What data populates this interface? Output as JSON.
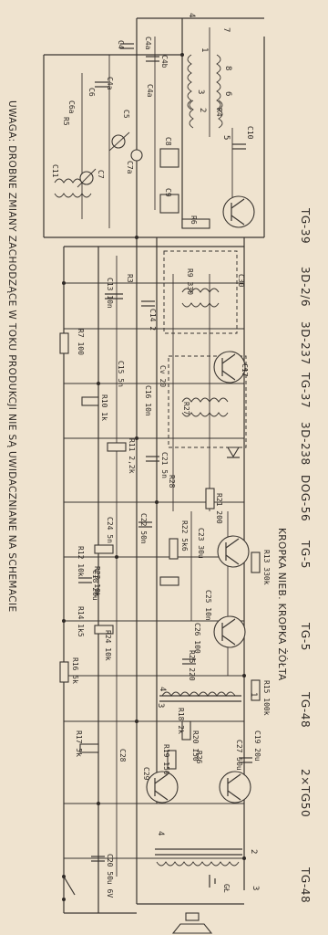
{
  "note": "UWAGA: DROBNE ZMIANY ZACHODZĄCE W TOKU PRODUKCJI NIE SĄ UWIDACZNIANE NA SCHEMACIE",
  "transistor_list": [
    "TG-39",
    "3D-2/6",
    "3D-237",
    "TG-37",
    "3D-238",
    "DOG-56",
    "TG-5",
    "TG-5",
    "TG-48",
    "2×TG50",
    "TG-48"
  ],
  "dot_note": "KROPKA NIEB. KROPKA ŻÓŁTA",
  "labels": {
    "l1": "C4",
    "l2": "C4a",
    "l3": "C4a",
    "l4": "C4b",
    "l5": "C4a",
    "l6": "C5",
    "l7": "C6",
    "l8": "C6a",
    "l9": "C7",
    "l10": "C7a",
    "l11": "C8",
    "l12": "C9",
    "l13": "C10",
    "l14": "C11",
    "l15": "R3",
    "l16": "R4",
    "l17": "R5",
    "l18": "R6",
    "l19": "R7 100",
    "l20": "C13 10n",
    "l21": "C14 2",
    "l22": "C15 5n",
    "l23": "Cv 20",
    "l24": "C16 10n",
    "l25": "C17",
    "l26": "R9 330",
    "l27": "R10 1k",
    "l28": "R11 2,2k",
    "l29": "R12 10k",
    "l30": "R13 330k",
    "l31": "C18 20u",
    "l32": "R14 1k5",
    "l33": "R15 100k",
    "l34": "R16 5k",
    "l35": "R17 5k",
    "l36": "R18 2k",
    "l37": "C19 20u",
    "l38": "C20 50u 6V",
    "l39": "R19 150",
    "l40": "R20 150",
    "l41": "R21 200",
    "l42": "C21 5n",
    "l43": "C22 50n",
    "l44": "R22 5k6",
    "l45": "C23 30u",
    "l46": "C24 5n",
    "l47": "R23 10k",
    "l48": "C25 10n",
    "l49": "R24 10k",
    "l50": "R25 220",
    "l51": "C26 100",
    "l52": "C27 50u",
    "l53": "C28",
    "l54": "C29",
    "l55": "R26",
    "l56": "C30",
    "l57": "R27",
    "l58": "R28",
    "l59": "GŁ"
  },
  "pin_numbers": [
    "4",
    "8",
    "6",
    "5",
    "2",
    "3",
    "1",
    "7",
    "4",
    "2",
    "1",
    "3",
    "4",
    "3"
  ]
}
